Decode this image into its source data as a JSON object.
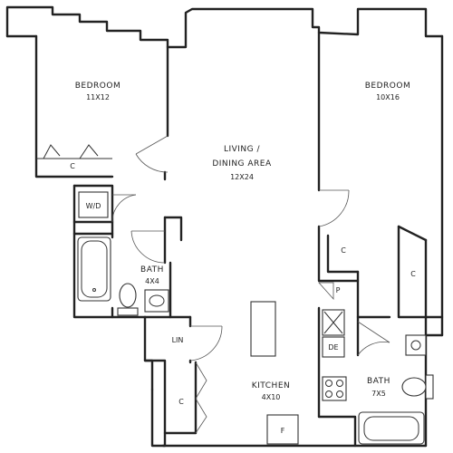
{
  "rooms": {
    "bedroom_left": {
      "name": "BEDROOM",
      "size": "11X12"
    },
    "living": {
      "name_line1": "LIVING /",
      "name_line2": "DINING AREA",
      "size": "12X24"
    },
    "bedroom_right": {
      "name": "BEDROOM",
      "size": "10X16"
    },
    "bath_small": {
      "name": "BATH",
      "size": "4X4"
    },
    "bath_right": {
      "name": "BATH",
      "size": "7X5"
    },
    "kitchen": {
      "name": "KITCHEN",
      "size": "4X10"
    }
  },
  "tags": {
    "closet": "C",
    "washer_dryer": "W/D",
    "linen": "LIN",
    "pantry": "P",
    "fridge": "F",
    "dishwasher": "DE"
  }
}
